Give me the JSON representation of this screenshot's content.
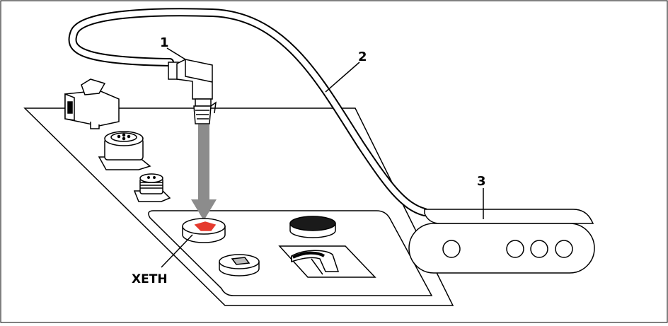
{
  "callouts": {
    "connector": "1",
    "cable": "2",
    "device": "3",
    "port": "XETH"
  },
  "colors": {
    "line": "#000000",
    "arrow": "#8c8c8c",
    "highlight": "#e53a2e",
    "port_fill": "#1a1a1a"
  },
  "icons": [
    "m12-connector-icon",
    "ethernet-plug-icon",
    "arrow-down-icon",
    "rj45-jack-icon"
  ]
}
